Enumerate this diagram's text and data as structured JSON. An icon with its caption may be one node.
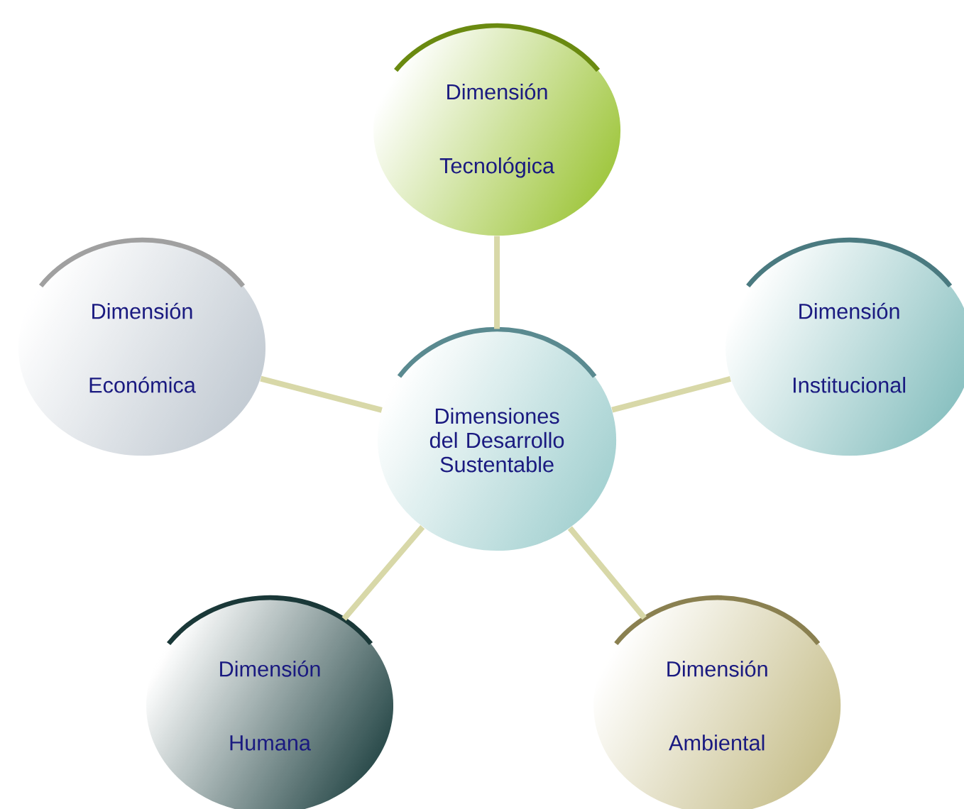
{
  "diagram": {
    "nodes": [
      {
        "text": [
          "Dimensiones del Desarrollo Sustentable"
        ]
      },
      {
        "text": [
          "Dimensión Tecnológica"
        ]
      },
      {
        "text": [
          "Dimensión Económica"
        ]
      },
      {
        "text": [
          "Dimensión Institucional"
        ]
      },
      {
        "text": [
          "Dimensión Humana"
        ]
      },
      {
        "text": [
          "Dimensión Ambiental"
        ]
      }
    ],
    "edges": [
      {
        "from": 0,
        "to": 1,
        "arrow": "none"
      },
      {
        "from": 0,
        "to": 2,
        "arrow": "none"
      },
      {
        "from": 0,
        "to": 3,
        "arrow": "none"
      },
      {
        "from": 0,
        "to": 4,
        "arrow": "none"
      },
      {
        "from": 0,
        "to": 5,
        "arrow": "none"
      }
    ]
  }
}
